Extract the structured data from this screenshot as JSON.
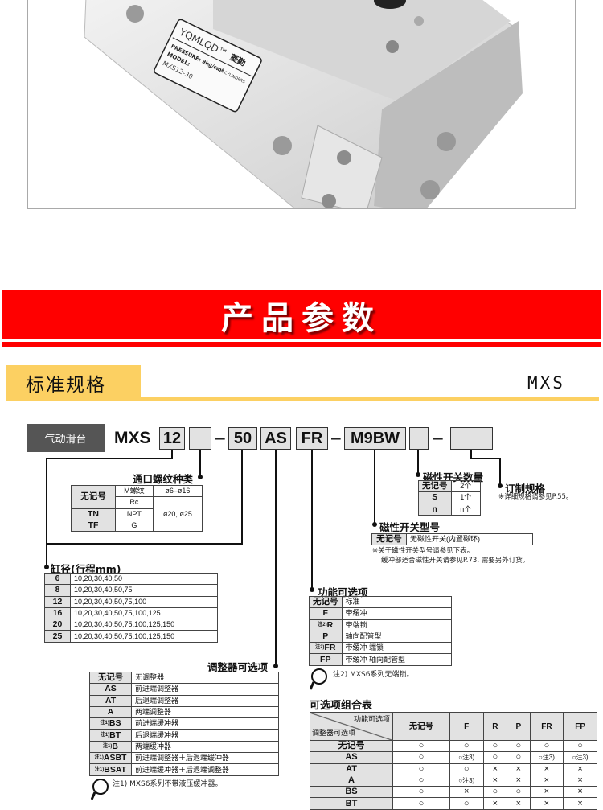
{
  "photo": {
    "label_brand": "YQMLQD™",
    "label_brand_cn": "菱勤",
    "label_pressure": "PRESSURE: 9kg/cm²",
    "label_type": "AIR CYLINDERS",
    "label_model_title": "MODEL:",
    "label_model": "MXS12-30"
  },
  "banner": {
    "title": "产品参数"
  },
  "section": {
    "title": "标准规格",
    "series": "MXS"
  },
  "model_code": {
    "category": "气动滑台",
    "prefix": "MXS",
    "bore": "12",
    "port": "",
    "dash1": "–",
    "stroke": "50",
    "adjuster": "AS",
    "function": "FR",
    "dash2": "–",
    "switch": "M9BW",
    "switch_qty": "",
    "dash3": "–",
    "custom": ""
  },
  "port_thread": {
    "title": "通口螺纹种类",
    "rows": [
      [
        "无记号",
        "M螺纹",
        "ø6–ø16"
      ],
      [
        "",
        "Rc",
        "ø20, ø25"
      ],
      [
        "TN",
        "NPT",
        ""
      ],
      [
        "TF",
        "G",
        ""
      ]
    ]
  },
  "bore": {
    "title": "缸径(行程mm)",
    "rows": [
      [
        "6",
        "10,20,30,40,50"
      ],
      [
        "8",
        "10,20,30,40,50,75"
      ],
      [
        "12",
        "10,20,30,40,50,75,100"
      ],
      [
        "16",
        "10,20,30,40,50,75,100,125"
      ],
      [
        "20",
        "10,20,30,40,50,75,100,125,150"
      ],
      [
        "25",
        "10,20,30,40,50,75,100,125,150"
      ]
    ]
  },
  "adjuster": {
    "title": "调整器可选项",
    "rows": [
      [
        "",
        "无记号",
        "无调整器"
      ],
      [
        "",
        "AS",
        "前进端调整器"
      ],
      [
        "",
        "AT",
        "后退端调整器"
      ],
      [
        "",
        "A",
        "两端调整器"
      ],
      [
        "注1)",
        "BS",
        "前进端缓冲器"
      ],
      [
        "注1)",
        "BT",
        "后退端缓冲器"
      ],
      [
        "注1)",
        "B",
        "两端缓冲器"
      ],
      [
        "注1)",
        "ASBT",
        "前进端调整器＋后退端缓冲器"
      ],
      [
        "注1)",
        "BSAT",
        "前进端缓冲器＋后退端调整器"
      ]
    ],
    "note": "注1) MXS6系列不带液压缓冲器。"
  },
  "function": {
    "title": "功能可选项",
    "rows": [
      [
        "",
        "无记号",
        "标准"
      ],
      [
        "",
        "F",
        "带缓冲"
      ],
      [
        "注2)",
        "R",
        "带端锁"
      ],
      [
        "",
        "P",
        "轴向配管型"
      ],
      [
        "注2)",
        "FR",
        "带缓冲  端锁"
      ],
      [
        "",
        "FP",
        "带缓冲  轴向配管型"
      ]
    ],
    "note": "注2) MXS6系列无端锁。"
  },
  "switch_qty": {
    "title": "磁性开关数量",
    "rows": [
      [
        "无记号",
        "2个"
      ],
      [
        "S",
        "1个"
      ],
      [
        "n",
        "n个"
      ]
    ]
  },
  "custom": {
    "title": "订制规格",
    "note": "※详细规格请参见P.55。"
  },
  "switch_model": {
    "title": "磁性开关型号",
    "rows": [
      [
        "无记号",
        "无磁性开关(内置磁环)"
      ]
    ],
    "note1": "※关于磁性开关型号请参见下表。",
    "note2": "缓冲部适合磁性开关请参见P.73, 需要另外订货。"
  },
  "combo": {
    "title": "可选项组合表",
    "corner_top": "功能可选项",
    "corner_bottom": "调整器可选项",
    "columns": [
      "无记号",
      "F",
      "R",
      "P",
      "FR",
      "FP"
    ],
    "rows": [
      {
        "label": "无记号",
        "cells": [
          "○",
          "○",
          "○",
          "○",
          "○",
          "○"
        ]
      },
      {
        "label": "AS",
        "cells": [
          "○",
          "○注3)",
          "○",
          "○",
          "○注3)",
          "○注3)"
        ]
      },
      {
        "label": "AT",
        "cells": [
          "○",
          "○",
          "×",
          "×",
          "×",
          "×"
        ]
      },
      {
        "label": "A",
        "cells": [
          "○",
          "○注3)",
          "×",
          "×",
          "×",
          "×"
        ]
      },
      {
        "label": "BS",
        "cells": [
          "○",
          "×",
          "○",
          "○",
          "×",
          "×"
        ]
      },
      {
        "label": "BT",
        "cells": [
          "○",
          "○",
          "×",
          "×",
          "×",
          "×"
        ]
      }
    ]
  },
  "colors": {
    "banner_red": "#ff0000",
    "section_yellow": "#fcd062",
    "key_cell_gray": "#e2e2e2",
    "category_box": "#555555"
  }
}
